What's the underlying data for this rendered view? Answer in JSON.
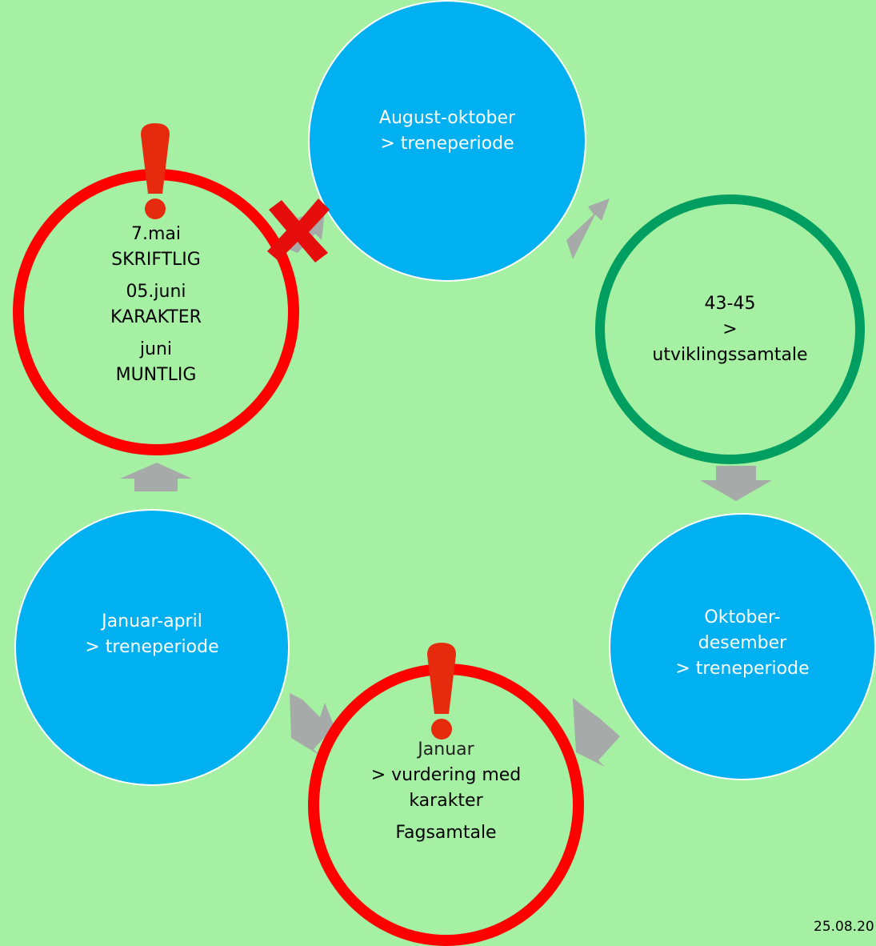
{
  "nodes": {
    "aug": {
      "line1": "August-oktober",
      "line2": "> treneperiode"
    },
    "uts": {
      "line1": "43-45",
      "line2": ">",
      "line3": "utviklingssamtale"
    },
    "okt": {
      "line1": "Oktober-",
      "line2": "desember",
      "line3": "> treneperiode"
    },
    "jan": {
      "line1": "Januar",
      "line2": "> vurdering med",
      "line3": "karakter",
      "line4": "Fagsamtale"
    },
    "janapr": {
      "line1": "Januar-april",
      "line2": "> treneperiode"
    },
    "mai": {
      "line1": "7.mai",
      "line2": "SKRIFTLIG",
      "line3": "05.juni",
      "line4": "KARAKTER",
      "line5": "juni",
      "line6": "MUNTLIG"
    }
  },
  "footer": {
    "date": "25.08.20"
  },
  "icons": {
    "warning": "exclamation-icon",
    "crossed": "cross-mark-icon",
    "flow": "arrow-icon"
  },
  "colors": {
    "background": "#a5f0a3",
    "blue": "#00b0f0",
    "green": "#009e60",
    "red": "#ff0000",
    "arrow": "#a6aaa9"
  }
}
